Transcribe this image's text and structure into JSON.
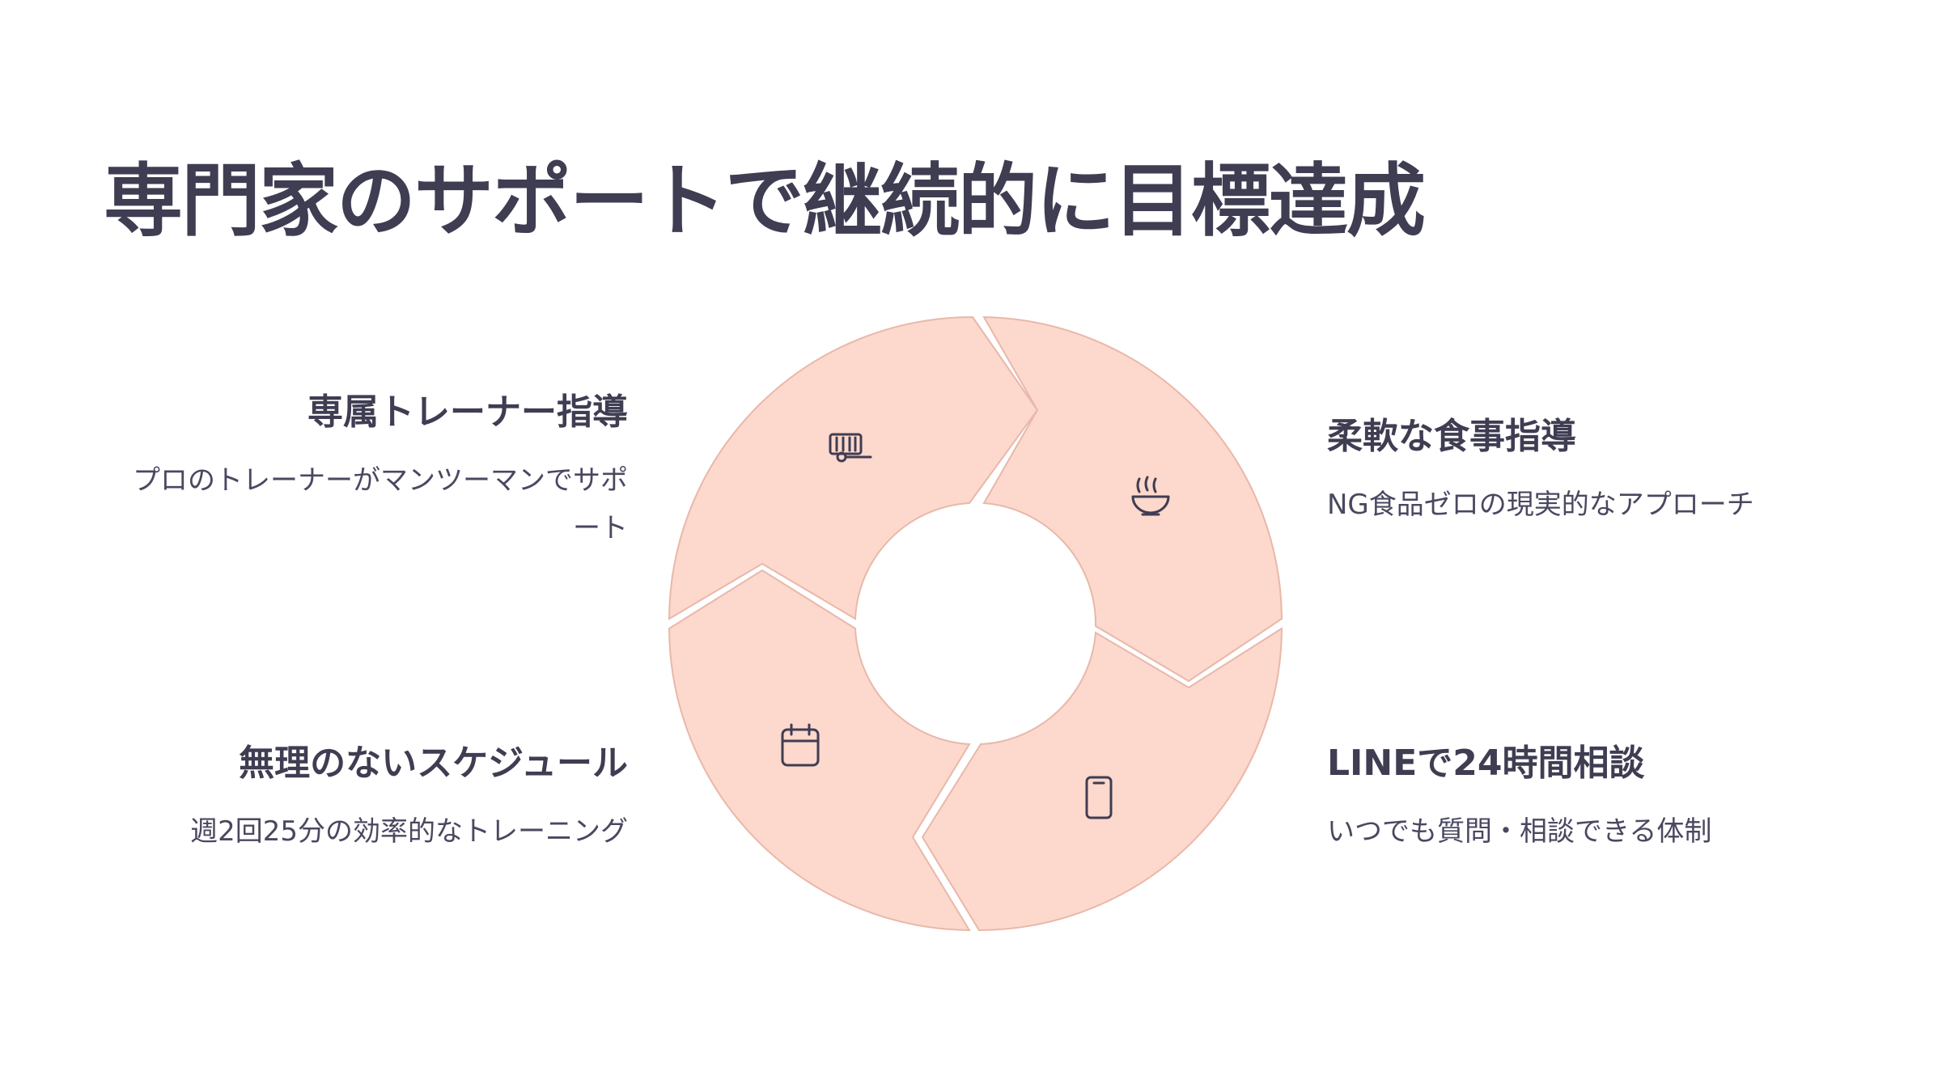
{
  "title": "専門家のサポートで継続的に目標達成",
  "colors": {
    "segment_fill": "#fdd8cc",
    "segment_stroke": "#e8b8aa",
    "text_dark": "#3f3d52",
    "background": "#ffffff"
  },
  "items": [
    {
      "title": "専属トレーナー指導",
      "description": "プロのトレーナーがマンツーマンでサポート",
      "icon": "treadmill-icon"
    },
    {
      "title": "柔軟な食事指導",
      "description": "NG食品ゼロの現実的なアプローチ",
      "icon": "rice-bowl-icon"
    },
    {
      "title": "LINEで24時間相談",
      "description": "いつでも質問・相談できる体制",
      "icon": "smartphone-icon"
    },
    {
      "title": "無理のないスケジュール",
      "description": "週2回25分の効率的なトレーニング",
      "icon": "calendar-icon"
    }
  ]
}
